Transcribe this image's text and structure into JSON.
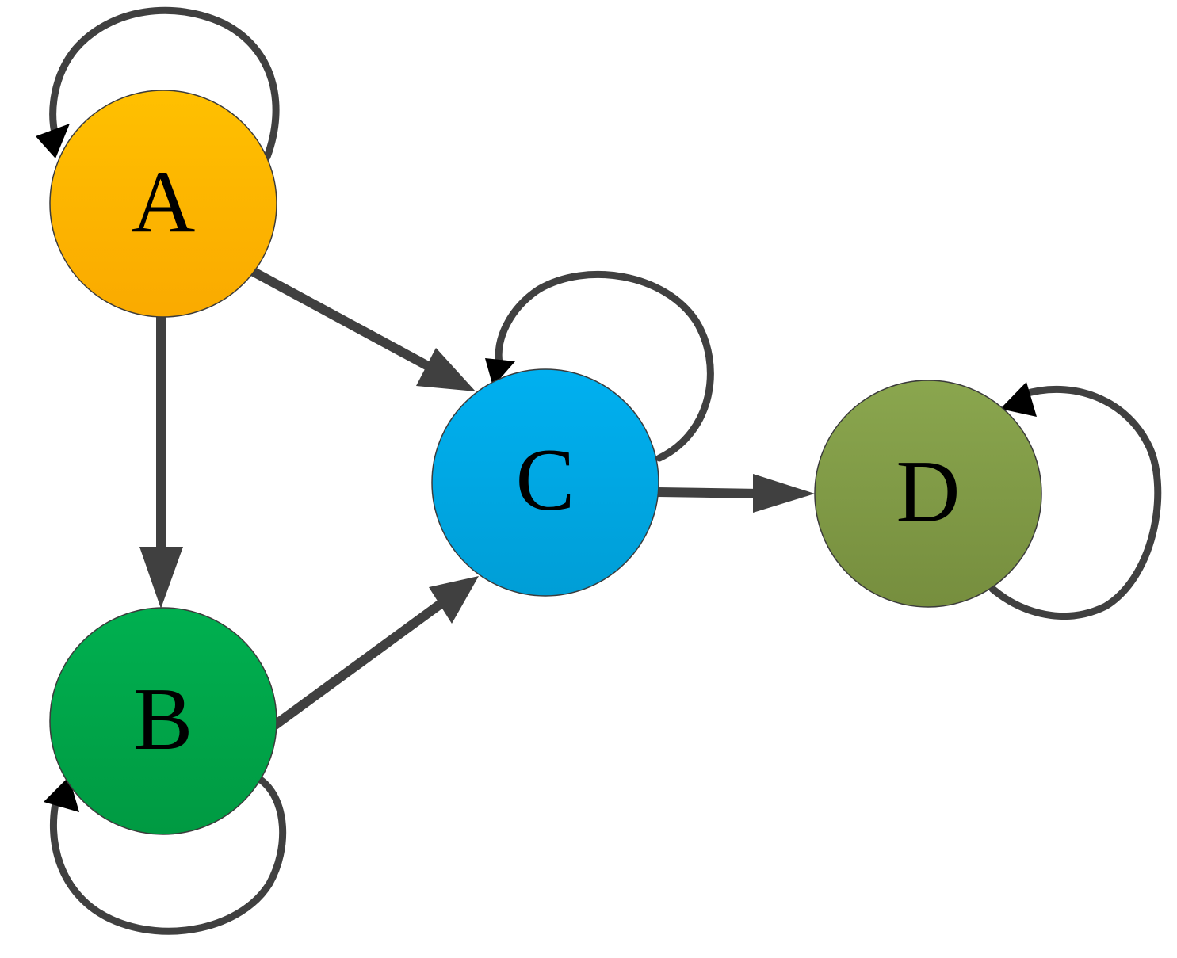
{
  "nodes": [
    {
      "id": "A",
      "label": "A",
      "color_top": "#FFC000",
      "color_bottom": "#FAAA00"
    },
    {
      "id": "B",
      "label": "B",
      "color_top": "#00B050",
      "color_bottom": "#009A42"
    },
    {
      "id": "C",
      "label": "C",
      "color_top": "#00B0F0",
      "color_bottom": "#009ED6"
    },
    {
      "id": "D",
      "label": "D",
      "color_top": "#8AA64E",
      "color_bottom": "#768E3E"
    }
  ],
  "edges": [
    {
      "from": "A",
      "to": "B"
    },
    {
      "from": "A",
      "to": "C"
    },
    {
      "from": "B",
      "to": "C"
    },
    {
      "from": "C",
      "to": "D"
    },
    {
      "from": "A",
      "to": "A"
    },
    {
      "from": "B",
      "to": "B"
    },
    {
      "from": "C",
      "to": "C"
    },
    {
      "from": "D",
      "to": "D"
    }
  ],
  "edge_color": "#404040"
}
